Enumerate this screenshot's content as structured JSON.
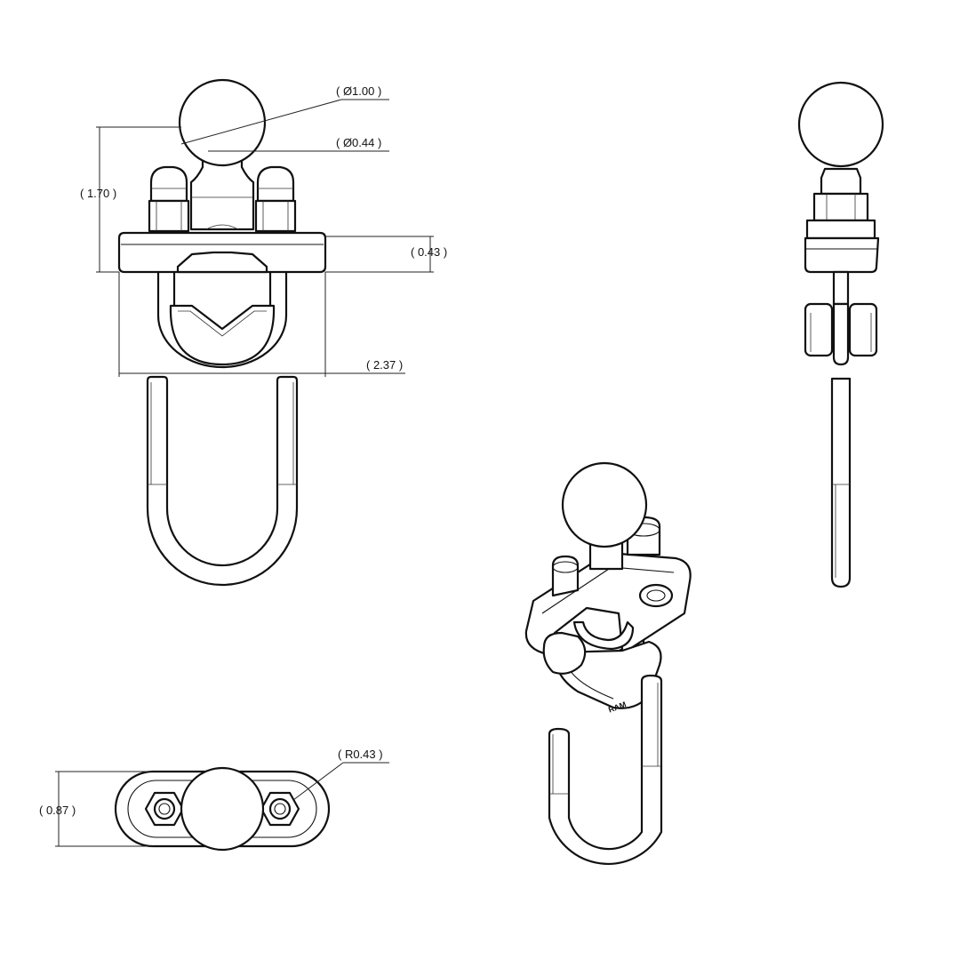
{
  "dimensions": {
    "ball_diameter": "( Ø1.00 )",
    "neck_diameter": "( Ø0.44 )",
    "overall_height": "( 1.70 )",
    "base_thickness": "( 0.43 )",
    "base_width": "( 2.37 )",
    "base_depth": "( 0.87 )",
    "end_radius": "( R0.43 )"
  },
  "views": [
    "front",
    "side",
    "top",
    "isometric"
  ],
  "logo_text": "RAM",
  "colors": {
    "line": "#111111",
    "background": "#ffffff"
  }
}
